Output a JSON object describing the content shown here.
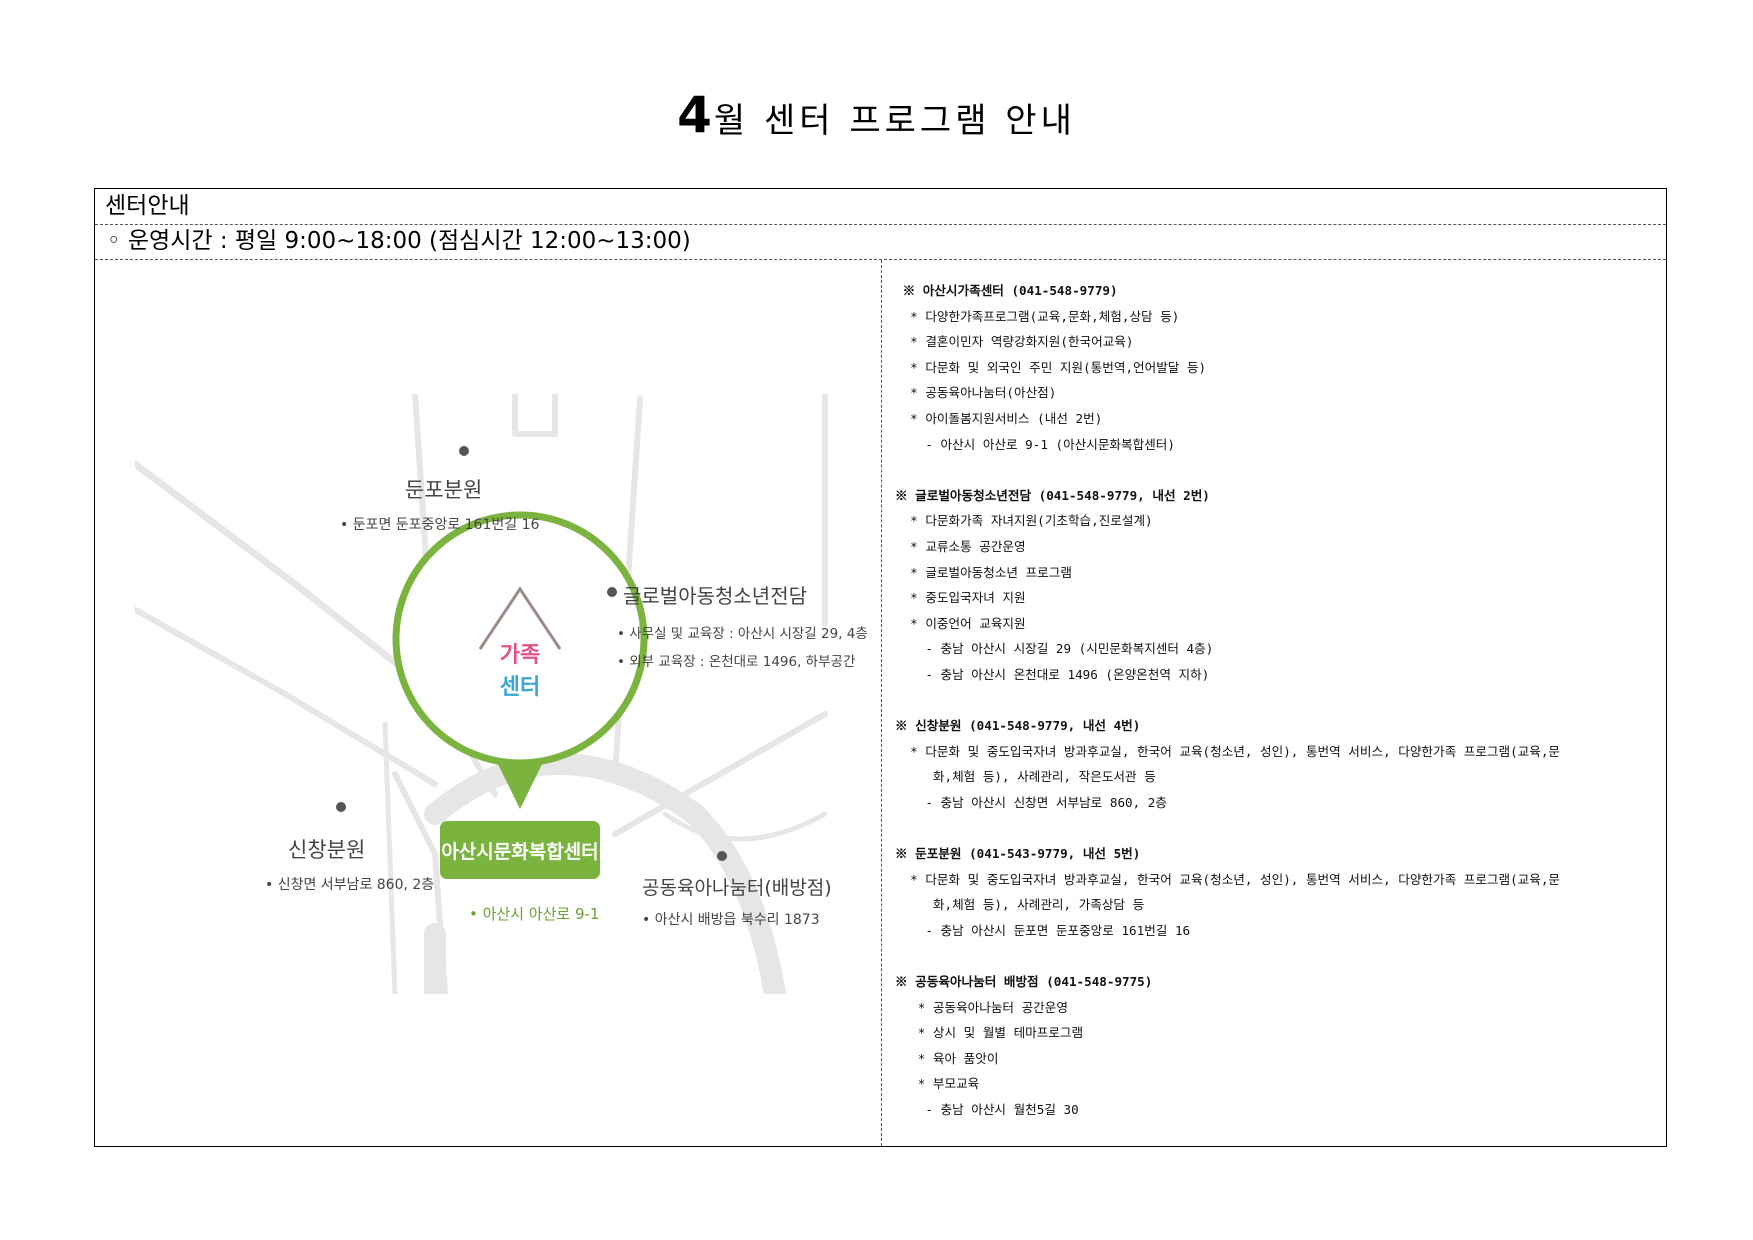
{
  "title": {
    "month": "4",
    "rest": "월 센터 프로그램 안내"
  },
  "section": {
    "header": "센터안내",
    "hours": "◦ 운영시간 : 평일 9:00~18:00 (점심시간 12:00~13:00)"
  },
  "map": {
    "logo_top": "가족",
    "logo_bottom": "센터",
    "dunpo": {
      "name": "둔포분원",
      "addr": "• 둔포면 둔포중앙로 161번길 16"
    },
    "global": {
      "name": "글로벌아동청소년전담",
      "addr1": "• 사무실 및 교육장 : 아산시 시장길 29, 4층",
      "addr2": "• 외부 교육장 : 온천대로 1496, 하부공간"
    },
    "sinchang": {
      "name": "신창분원",
      "addr": "• 신창면 서부남로 860, 2층"
    },
    "main": {
      "name": "아산시문화복합센터",
      "addr": "• 아산시 아산로 9-1"
    },
    "baebang": {
      "name": "공동육아나눔터(배방점)",
      "addr": "• 아산시 배방읍 북수리 1873"
    }
  },
  "info": {
    "groups": [
      {
        "title": " ※ 아산시가족센터 (041-548-9779)",
        "lines": [
          "  * 다양한가족프로그램(교육,문화,체험,상담 등)",
          "  * 결혼이민자 역량강화지원(한국어교육)",
          "  * 다문화 및 외국인 주민 지원(통번역,언어발달 등)",
          "  * 공동육아나눔터(아산점)",
          "  * 아이돌봄지원서비스 (내선 2번)",
          "    - 아산시 아산로 9-1 (아산시문화복합센터)"
        ]
      },
      {
        "title": "※ 글로벌아동청소년전담 (041-548-9779, 내선 2번)",
        "lines": [
          "  * 다문화가족 자녀지원(기초학습,진로설계)",
          "  * 교류소통 공간운영",
          "  * 글로벌아동청소년 프로그램",
          "  * 중도입국자녀 지원",
          "  * 이중언어 교육지원",
          "    - 충남 아산시 시장길 29 (시민문화복지센터 4층)",
          "    - 충남 아산시 온천대로 1496 (온양온천역 지하)"
        ]
      },
      {
        "title": "※ 신창분원 (041-548-9779, 내선 4번)",
        "lines": [
          "  * 다문화 및 중도입국자녀 방과후교실, 한국어 교육(청소년, 성인), 통번역 서비스, 다양한가족 프로그램(교육,문",
          "     화,체험 등), 사례관리, 작은도서관 등",
          "    - 충남 아산시 신창면 서부남로 860, 2층"
        ]
      },
      {
        "title": "※ 둔포분원 (041-543-9779, 내선 5번)",
        "lines": [
          "  * 다문화 및 중도입국자녀 방과후교실, 한국어 교육(청소년, 성인), 통번역 서비스, 다양한가족 프로그램(교육,문",
          "     화,체험 등), 사례관리, 가족상담 등",
          "    - 충남 아산시 둔포면 둔포중앙로 161번길 16"
        ]
      },
      {
        "title": "※ 공동육아나눔터 배방점 (041-548-9775)",
        "lines": [
          "   * 공동육아나눔터 공간운영",
          "   * 상시 및 월별 테마프로그램",
          "   * 육아 품앗이",
          "   * 부모교육",
          "    - 충남 아산시 월천5길 30"
        ]
      }
    ]
  }
}
